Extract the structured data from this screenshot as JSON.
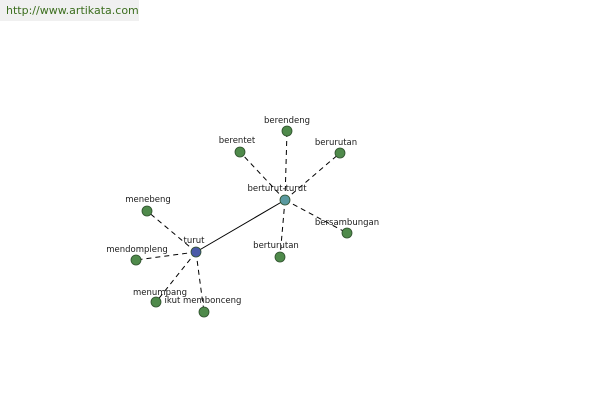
{
  "header": {
    "url": "http://www.artikata.com"
  },
  "colors": {
    "leaf": "#4f8a4b",
    "hub_primary": "#4a5aa8",
    "hub_secondary": "#5a9aa0",
    "stroke": "#2e4f2c"
  },
  "graph": {
    "nodes": [
      {
        "id": "turut",
        "label": "turut",
        "role": "hub-primary"
      },
      {
        "id": "berturut-turut",
        "label": "berturut-turut",
        "role": "hub-secondary"
      },
      {
        "id": "menebeng",
        "label": "menebeng",
        "role": "leaf"
      },
      {
        "id": "mendompleng",
        "label": "mendompleng",
        "role": "leaf"
      },
      {
        "id": "menumpang",
        "label": "menumpang",
        "role": "leaf"
      },
      {
        "id": "ikut-membonceng",
        "label": "ikut membonceng",
        "role": "leaf"
      },
      {
        "id": "berendeng",
        "label": "berendeng",
        "role": "leaf"
      },
      {
        "id": "berentet",
        "label": "berentet",
        "role": "leaf"
      },
      {
        "id": "berurutan-1",
        "label": "berurutan",
        "role": "leaf"
      },
      {
        "id": "bersambungan",
        "label": "bersambungan",
        "role": "leaf"
      },
      {
        "id": "berturutan",
        "label": "berturutan",
        "role": "leaf"
      }
    ],
    "edges": [
      {
        "from": "turut",
        "to": "berturut-turut",
        "style": "solid"
      },
      {
        "from": "turut",
        "to": "menebeng",
        "style": "dashed"
      },
      {
        "from": "turut",
        "to": "mendompleng",
        "style": "dashed"
      },
      {
        "from": "turut",
        "to": "menumpang",
        "style": "dashed"
      },
      {
        "from": "turut",
        "to": "ikut-membonceng",
        "style": "dashed"
      },
      {
        "from": "berturut-turut",
        "to": "berendeng",
        "style": "dashed"
      },
      {
        "from": "berturut-turut",
        "to": "berentet",
        "style": "dashed"
      },
      {
        "from": "berturut-turut",
        "to": "berurutan-1",
        "style": "dashed"
      },
      {
        "from": "berturut-turut",
        "to": "bersambungan",
        "style": "dashed"
      },
      {
        "from": "berturut-turut",
        "to": "berturutan",
        "style": "dashed"
      }
    ]
  }
}
